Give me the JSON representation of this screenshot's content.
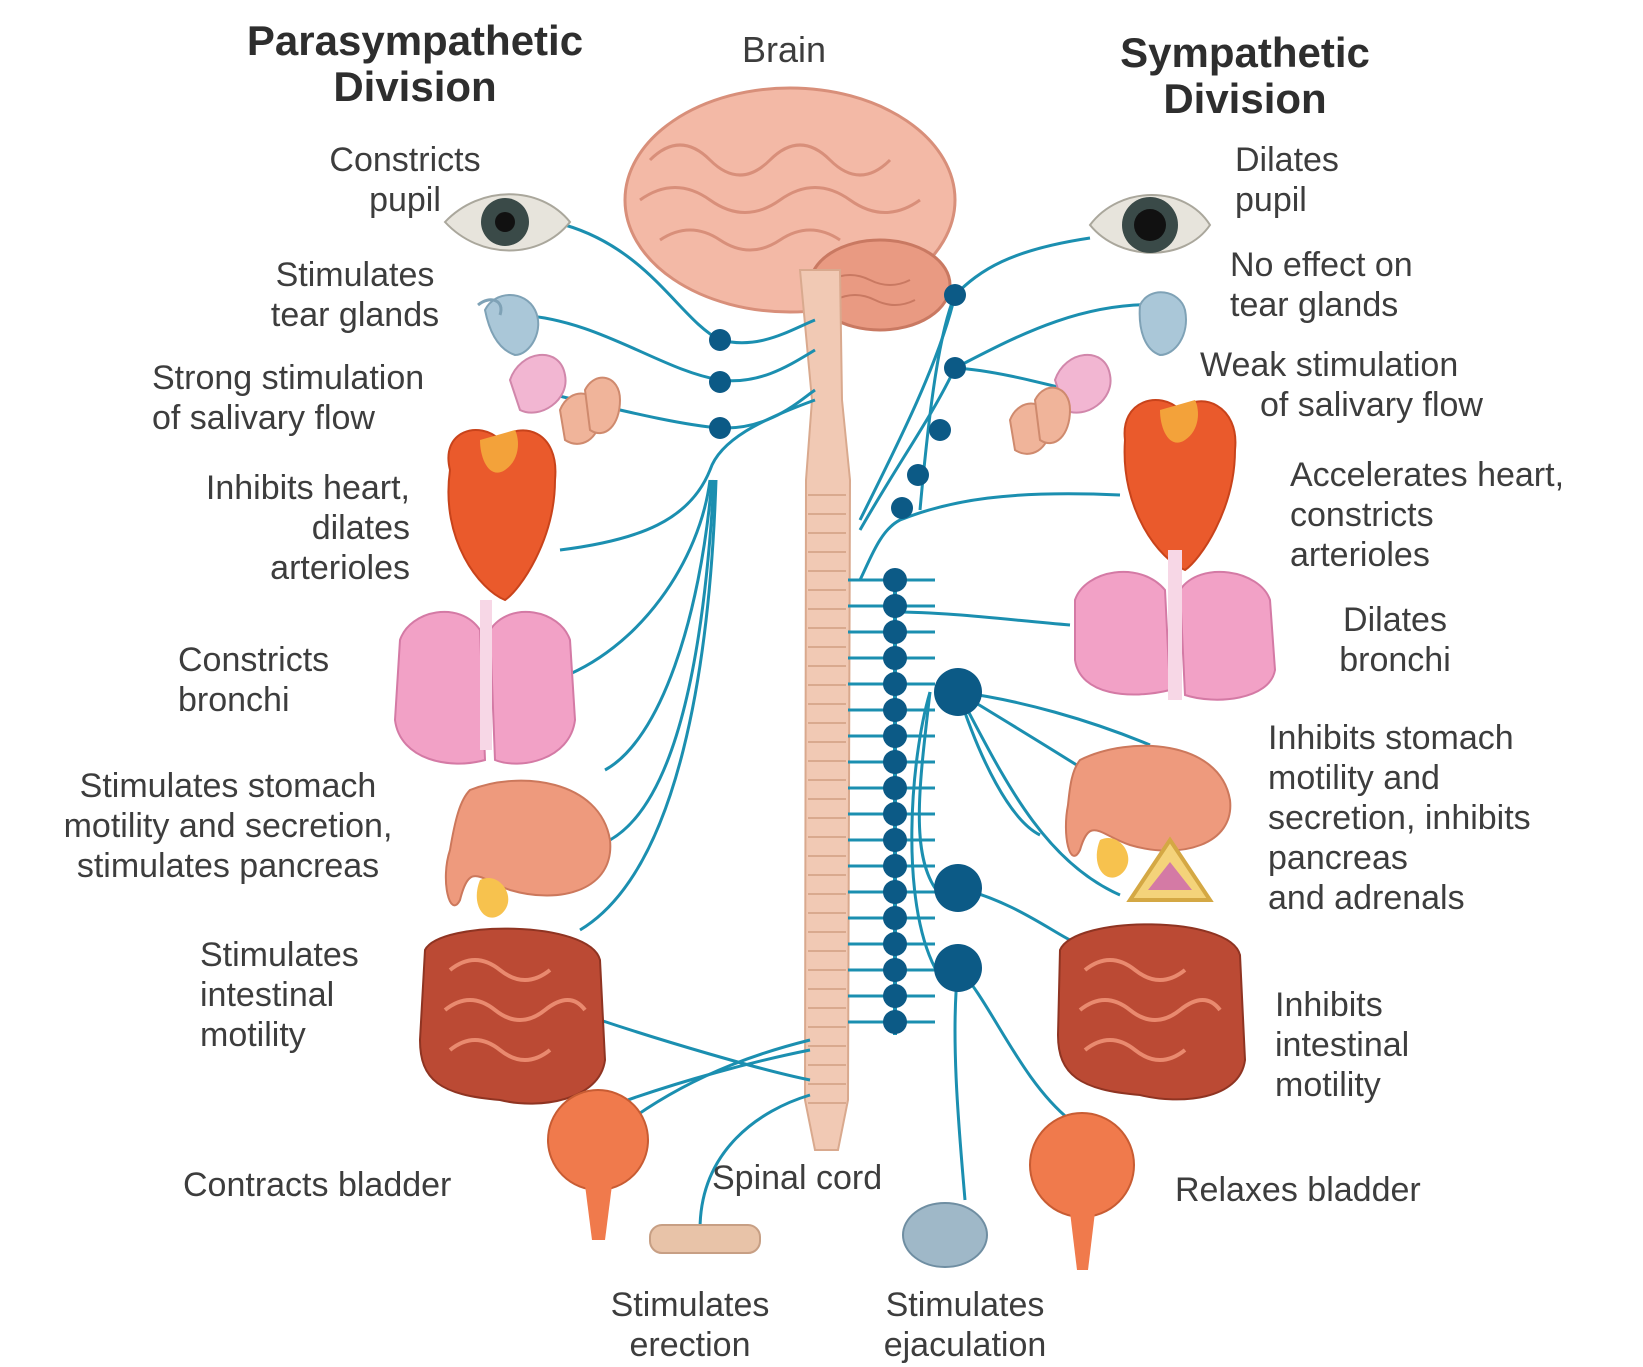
{
  "headings": {
    "parasympathetic": [
      "Parasympathetic",
      "Division"
    ],
    "sympathetic": [
      "Sympathetic",
      "Division"
    ],
    "brain": "Brain",
    "spinal_cord": "Spinal cord"
  },
  "parasympathetic_effects": {
    "eye": [
      "Constricts",
      "pupil"
    ],
    "tear": [
      "Stimulates",
      "tear glands"
    ],
    "salivary": [
      "Strong stimulation",
      "of salivary flow"
    ],
    "heart": [
      "Inhibits heart,",
      "dilates",
      "arterioles"
    ],
    "lungs": [
      "Constricts",
      "bronchi"
    ],
    "stomach": [
      "Stimulates stomach",
      "motility and secretion,",
      "stimulates pancreas"
    ],
    "intestine": [
      "Stimulates",
      "intestinal",
      "motility"
    ],
    "bladder": [
      "Contracts bladder"
    ],
    "erection": [
      "Stimulates",
      "erection"
    ]
  },
  "sympathetic_effects": {
    "eye": [
      "Dilates",
      "pupil"
    ],
    "tear": [
      "No effect on",
      "tear glands"
    ],
    "salivary": [
      "Weak stimulation",
      "of salivary flow"
    ],
    "heart": [
      "Accelerates heart,",
      "constricts",
      "arterioles"
    ],
    "lungs": [
      "Dilates",
      "bronchi"
    ],
    "stomach": [
      "Inhibits stomach",
      "motility and",
      "secretion, inhibits",
      "pancreas",
      "and adrenals"
    ],
    "intestine": [
      "Inhibits",
      "intestinal",
      "motility"
    ],
    "bladder": [
      "Relaxes bladder"
    ],
    "ejaculation": [
      "Stimulates",
      "ejaculation"
    ]
  },
  "colors": {
    "nerve": "#1b8fb0",
    "ganglion": "#0c5a86",
    "brain": "#f3b9a6",
    "spinal_cord": "#f1c9b4",
    "heart": "#ea5a2c",
    "lung": "#f2a1c6",
    "stomach": "#ee9a7d",
    "intestine": "#bb4a34",
    "bladder": "#f07a4c",
    "gland": "#aac7d8"
  }
}
